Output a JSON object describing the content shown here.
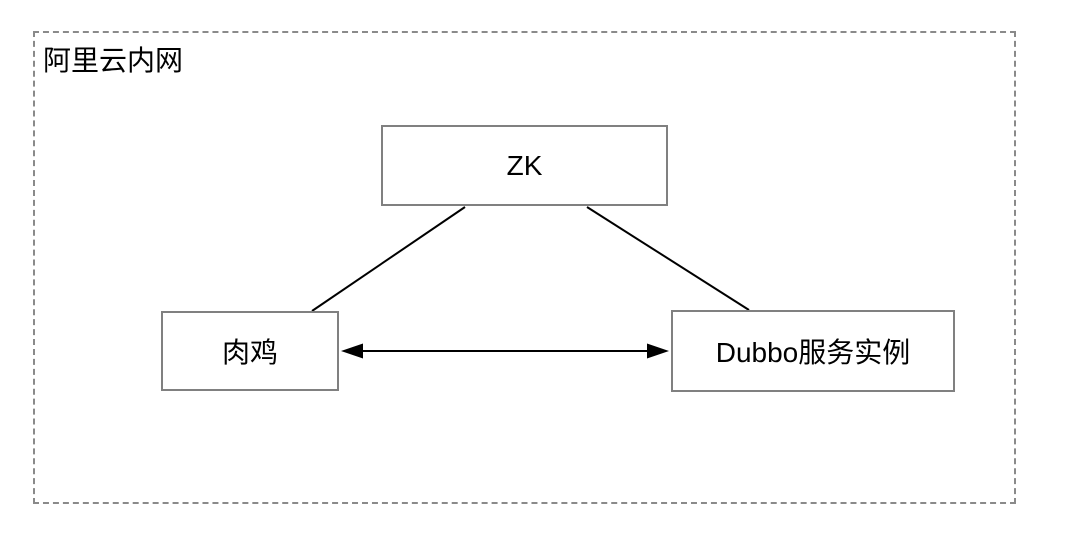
{
  "diagram": {
    "title": "阿里云内网",
    "nodes": [
      {
        "id": "zk",
        "label": "ZK"
      },
      {
        "id": "rouji",
        "label": "肉鸡"
      },
      {
        "id": "dubbo",
        "label": "Dubbo服务实例"
      }
    ],
    "edges": [
      {
        "from": "zk",
        "to": "rouji",
        "style": "plain-line"
      },
      {
        "from": "zk",
        "to": "dubbo",
        "style": "plain-line"
      },
      {
        "from": "rouji",
        "to": "dubbo",
        "style": "double-arrow"
      }
    ],
    "colors": {
      "background": "#ffffff",
      "node_border": "#808080",
      "boundary_border": "#8a8a8a",
      "line": "#000000",
      "text": "#000000"
    }
  }
}
